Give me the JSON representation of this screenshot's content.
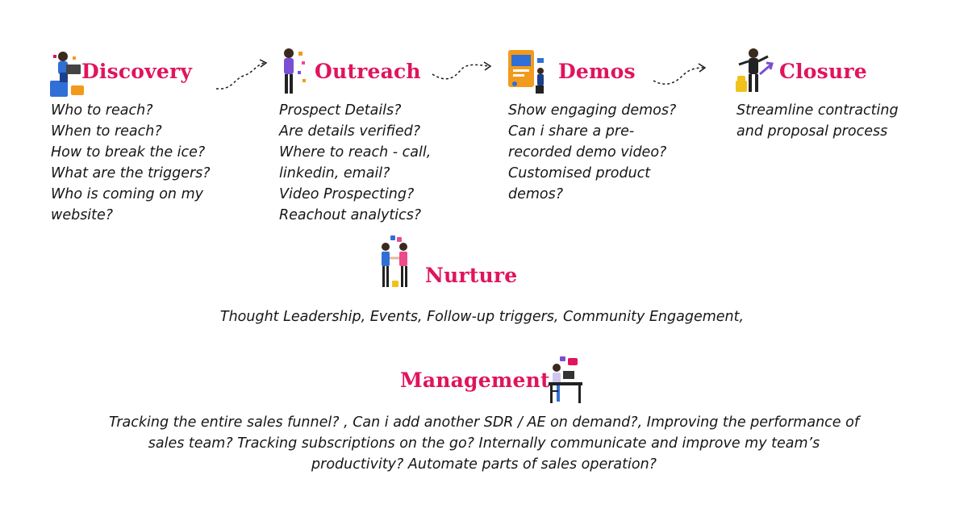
{
  "stages": [
    {
      "id": "discovery",
      "title": "Discovery",
      "lines": [
        "Who to reach?",
        "When to reach?",
        "How to break the ice?",
        "What are the triggers?",
        "Who is coming on my",
        "website?"
      ]
    },
    {
      "id": "outreach",
      "title": "Outreach",
      "lines": [
        "Prospect Details?",
        "Are details verified?",
        "Where to reach - call,",
        "linkedin, email?",
        "Video Prospecting?",
        "Reachout analytics?"
      ]
    },
    {
      "id": "demos",
      "title": "Demos",
      "lines": [
        "Show engaging demos?",
        "Can i share a pre-",
        "recorded demo video?",
        "Customised product",
        "demos?"
      ]
    },
    {
      "id": "closure",
      "title": "Closure",
      "lines": [
        "Streamline contracting",
        "and proposal process"
      ]
    }
  ],
  "nurture": {
    "title": "Nurture",
    "lines": [
      "Thought Leadership, Events, Follow-up triggers, Community Engagement,"
    ]
  },
  "management": {
    "title": "Management",
    "lines": [
      "Tracking the entire sales funnel? , Can i add another SDR / AE on demand?,  Improving the performance of",
      "sales team? Tracking subscriptions on the go? Internally communicate and improve my team’s",
      "productivity? Automate parts of sales operation?"
    ]
  },
  "colors": {
    "title": "#e0145c",
    "text": "#161616",
    "arrow": "#1a1a1a",
    "figure_blue": "#2f6fd6",
    "figure_purple": "#7b4fd3",
    "figure_orange": "#f29a1c",
    "figure_pink": "#ee4b8b"
  },
  "icons": [
    "person-laptop-icon",
    "person-thinking-icon",
    "person-demo-board-icon",
    "person-growth-chart-icon",
    "handshake-icon",
    "person-desk-icon",
    "dashed-arrow-icon"
  ]
}
